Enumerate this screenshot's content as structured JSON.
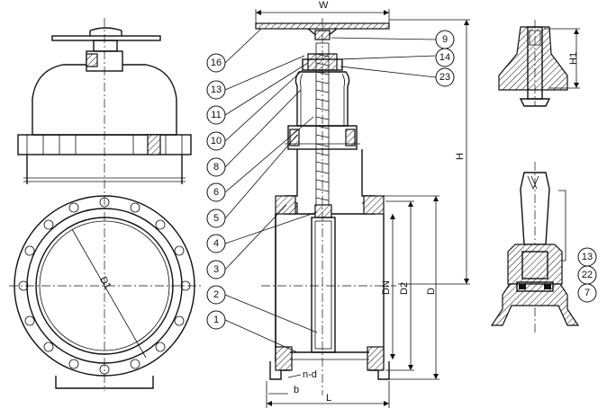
{
  "dimensions": {
    "W": "W",
    "H": "H",
    "H1": "H1",
    "D1": "D1",
    "DN": "DN",
    "D2": "D2",
    "D": "D",
    "L": "L",
    "b": "b",
    "nd": "n-d"
  },
  "callouts": {
    "left": [
      "16",
      "13",
      "11",
      "10",
      "8",
      "6",
      "5",
      "4",
      "3",
      "2",
      "1"
    ],
    "right": [
      "9",
      "14",
      "23"
    ],
    "detail": [
      "13",
      "22",
      "7"
    ]
  }
}
